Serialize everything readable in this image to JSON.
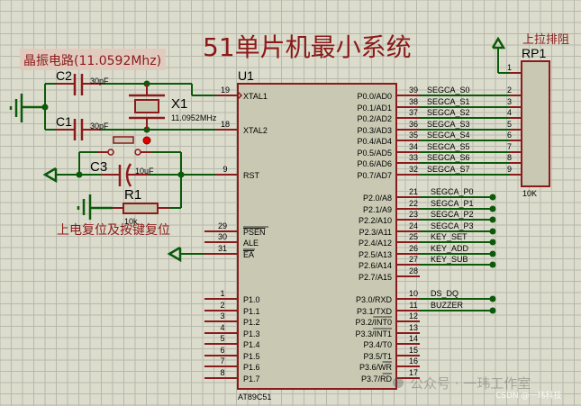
{
  "title": "51单片机最小系统",
  "labels": {
    "crystal_circuit": "晶振电路(11.0592Mhz)",
    "reset_circuit": "上电复位及按键复位",
    "pullup": "上拉排阻"
  },
  "components": {
    "u1": {
      "ref": "U1",
      "part": "AT89C51"
    },
    "x1": {
      "ref": "X1",
      "value": "11.0952MHz"
    },
    "c1": {
      "ref": "C1",
      "value": "30pF"
    },
    "c2": {
      "ref": "C2",
      "value": "30pF"
    },
    "c3": {
      "ref": "C3",
      "value": "10uF"
    },
    "r1": {
      "ref": "R1",
      "value": "10k"
    },
    "rp1": {
      "ref": "RP1",
      "value": "10K"
    }
  },
  "u1_left_pins": [
    {
      "num": "19",
      "name": "XTAL1"
    },
    {
      "num": "18",
      "name": "XTAL2"
    },
    {
      "num": "9",
      "name": "RST"
    },
    {
      "num": "29",
      "name": "PSEN"
    },
    {
      "num": "30",
      "name": "ALE"
    },
    {
      "num": "31",
      "name": "EA"
    },
    {
      "num": "1",
      "name": "P1.0"
    },
    {
      "num": "2",
      "name": "P1.1"
    },
    {
      "num": "3",
      "name": "P1.2"
    },
    {
      "num": "4",
      "name": "P1.3"
    },
    {
      "num": "5",
      "name": "P1.4"
    },
    {
      "num": "6",
      "name": "P1.5"
    },
    {
      "num": "7",
      "name": "P1.6"
    },
    {
      "num": "8",
      "name": "P1.7"
    }
  ],
  "u1_right_pins": [
    {
      "num": "39",
      "name": "P0.0/AD0",
      "net": "SEGCA_S0",
      "rp": "2"
    },
    {
      "num": "38",
      "name": "P0.1/AD1",
      "net": "SEGCA_S1",
      "rp": "3"
    },
    {
      "num": "37",
      "name": "P0.2/AD2",
      "net": "SEGCA_S2",
      "rp": "4"
    },
    {
      "num": "36",
      "name": "P0.3/AD3",
      "net": "SEGCA_S3",
      "rp": "5"
    },
    {
      "num": "35",
      "name": "P0.4/AD4",
      "net": "SEGCA_S4",
      "rp": "6"
    },
    {
      "num": "34",
      "name": "P0.5/AD5",
      "net": "SEGCA_S5",
      "rp": "7"
    },
    {
      "num": "33",
      "name": "P0.6/AD6",
      "net": "SEGCA_S6",
      "rp": "8"
    },
    {
      "num": "32",
      "name": "P0.7/AD7",
      "net": "SEGCA_S7",
      "rp": "9"
    },
    {
      "num": "21",
      "name": "P2.0/A8",
      "net": "SEGCA_P0"
    },
    {
      "num": "22",
      "name": "P2.1/A9",
      "net": "SEGCA_P1"
    },
    {
      "num": "23",
      "name": "P2.2/A10",
      "net": "SEGCA_P2"
    },
    {
      "num": "24",
      "name": "P2.3/A11",
      "net": "SEGCA_P3"
    },
    {
      "num": "25",
      "name": "P2.4/A12",
      "net": "KEY_SET"
    },
    {
      "num": "26",
      "name": "P2.5/A13",
      "net": "KEY_ADD"
    },
    {
      "num": "27",
      "name": "P2.6/A14",
      "net": "KEY_SUB"
    },
    {
      "num": "28",
      "name": "P2.7/A15",
      "net": ""
    },
    {
      "num": "10",
      "name": "P3.0/RXD",
      "net": "DS_DQ"
    },
    {
      "num": "11",
      "name": "P3.1/TXD",
      "net": "BUZZER"
    },
    {
      "num": "12",
      "name": "P3.2/INT0",
      "net": ""
    },
    {
      "num": "13",
      "name": "P3.3/INT1",
      "net": ""
    },
    {
      "num": "14",
      "name": "P3.4/T0",
      "net": ""
    },
    {
      "num": "15",
      "name": "P3.5/T1",
      "net": ""
    },
    {
      "num": "16",
      "name": "P3.6/WR",
      "net": ""
    },
    {
      "num": "17",
      "name": "P3.7/RD",
      "net": ""
    }
  ],
  "rp1_pin1": "1",
  "watermark": {
    "line1": "公众号 · 一玮工作室",
    "line2": "CSDN @一玮科技"
  },
  "colors": {
    "wire": "#0a5a0a",
    "pin": "#8b1a1a",
    "body": "#c9c9b3",
    "label_red": "#8b1a1a"
  }
}
